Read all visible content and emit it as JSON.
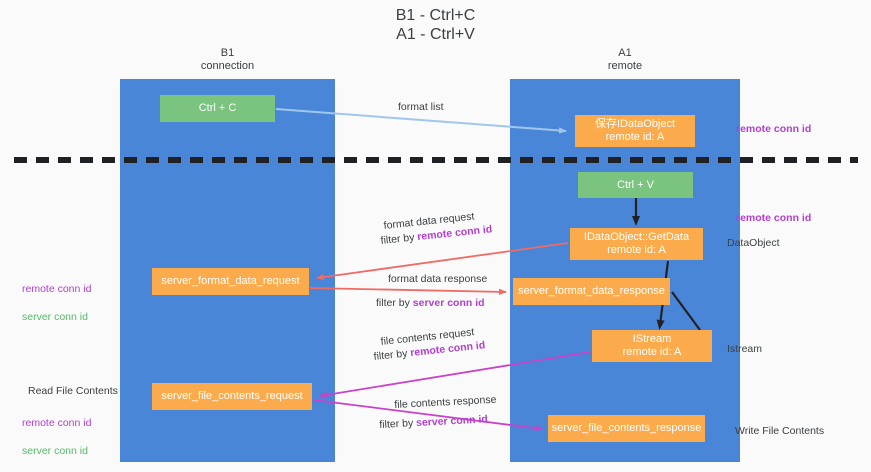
{
  "diagram": {
    "title": "B1 - Ctrl+C\nA1 - Ctrl+V",
    "lanes": [
      {
        "id": "b1",
        "heading": "B1\nconnection"
      },
      {
        "id": "a1",
        "heading": "A1\nremote"
      }
    ],
    "boxes": {
      "ctrl_c": "Ctrl + C",
      "idataobject": "保存IDataObject\nremote id: A",
      "ctrl_v": "Ctrl + V",
      "getdata": "IDataObject::GetData\nremote id: A",
      "server_format_data_request": "server_format_data_request",
      "server_format_data_response": "server_format_data_response",
      "istream": "IStream\nremote id: A",
      "server_file_contents_request": "server_file_contents_request",
      "server_file_contents_response": "server_file_contents_response"
    },
    "edges": {
      "format_list": "format list",
      "format_data_request": "format data request",
      "format_data_request_filter_prefix": "filter by ",
      "format_data_request_filter_key": "remote conn id",
      "format_data_response": "format data response",
      "format_data_response_filter_prefix": "filter by ",
      "format_data_response_filter_key": "server conn id",
      "file_contents_request": "file contents request",
      "file_contents_request_filter_prefix": "filter by ",
      "file_contents_request_filter_key": "remote conn id",
      "file_contents_response": "file contents response",
      "file_contents_response_filter_prefix": "filter by ",
      "file_contents_response_filter_key": "server conn id"
    },
    "notes": {
      "remote_conn_id_top": "remote conn id",
      "remote_conn_id_mid": "remote conn id",
      "dataobject": "DataObject",
      "istream": "Istream",
      "write_file_contents": "Write File Contents",
      "read_file_contents": "Read File Contents",
      "left_remote_conn_id": "remote conn id",
      "left_server_conn_id": "server conn id",
      "left_remote_conn_id_2": "remote conn id",
      "left_server_conn_id_2": "server conn id"
    },
    "colors": {
      "lane": "#4a86d8",
      "green_box": "#7ac47f",
      "orange_box": "#fbab4c",
      "remote_conn_id": "#b23fd0",
      "server_conn_id": "#57b86b",
      "format_list_arrow": "#9fc6ec",
      "format_data_arrow": "#ef6b63",
      "file_contents_arrow": "#c843c8",
      "flow_arrow": "#202124",
      "separator": "#202124",
      "background": "#fafafa"
    }
  }
}
